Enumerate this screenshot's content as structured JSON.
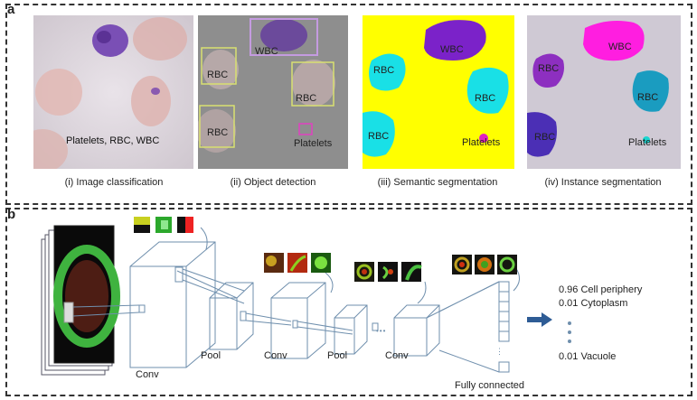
{
  "panel_a": {
    "letter": "a",
    "images": [
      {
        "caption": "(i) Image classification",
        "labels": [
          "Platelets, RBC, WBC"
        ]
      },
      {
        "caption": "(ii) Object detection",
        "labels": [
          "WBC",
          "RBC",
          "RBC",
          "RBC",
          "Platelets"
        ]
      },
      {
        "caption": "(iii) Semantic segmentation",
        "labels": [
          "WBC",
          "RBC",
          "RBC",
          "RBC",
          "Platelets"
        ]
      },
      {
        "caption": "(iv) Instance segmentation",
        "labels": [
          "WBC",
          "RBC",
          "RBC",
          "RBC",
          "Platelets"
        ]
      }
    ]
  },
  "panel_b": {
    "letter": "b",
    "layer_labels": [
      "Conv",
      "Pool",
      "Conv",
      "Pool",
      "Conv",
      "Fully connected"
    ],
    "ellipsis": "•••",
    "outputs": [
      "0.96 Cell periphery",
      "0.01 Cytoplasm",
      "0.01 Vacuole"
    ]
  },
  "colors": {
    "accent_arrow": "#2e5c95",
    "wbc_purple": "#7b22c9",
    "rbc_cyan": "#19e0e6",
    "seg_yellow": "#ffff00",
    "platelet_magenta": "#e020c0",
    "net_lines": "#6f8fad"
  }
}
